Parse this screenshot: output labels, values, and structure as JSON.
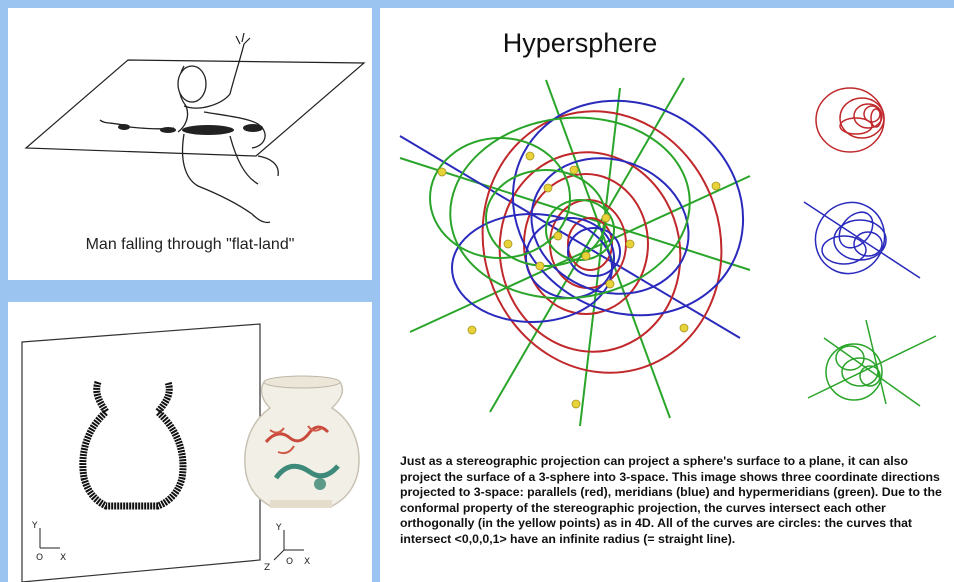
{
  "flatland": {
    "caption": "Man falling through \"flat-land\""
  },
  "vase": {
    "axes_left": {
      "y": "Y",
      "origin": "O",
      "x": "X"
    },
    "axes_right": {
      "y": "Y",
      "z": "Z",
      "origin": "O",
      "x": "X"
    }
  },
  "hypersphere": {
    "title": "Hypersphere",
    "description": "Just as a stereographic projection can project a sphere's surface to a plane, it can also project the surface of a 3-sphere into 3-space. This image shows three coordinate directions projected to 3-space: parallels (red), meridians (blue) and hypermeridians (green). Due to the conformal property of the stereographic projection, the curves intersect each other orthogonally (in the yellow points) as in 4D. All of the curves are circles: the curves that intersect <0,0,0,1> have an infinite radius (= straight line).",
    "colors": {
      "parallels": "#c0282b",
      "meridians": "#2a2abd",
      "hypermeridians": "#2aa52a",
      "intersections": "#e8d23a"
    }
  }
}
